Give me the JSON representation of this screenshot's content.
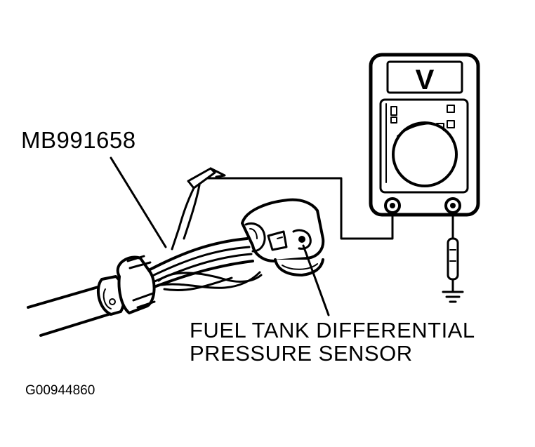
{
  "labels": {
    "tool": "MB991658",
    "sensor_line1": "FUEL TANK DIFFERENTIAL",
    "sensor_line2": "PRESSURE SENSOR",
    "figure_id": "G00944860"
  },
  "multimeter": {
    "display_symbol": "V"
  },
  "colors": {
    "ink": "#000000",
    "paper": "#ffffff"
  }
}
